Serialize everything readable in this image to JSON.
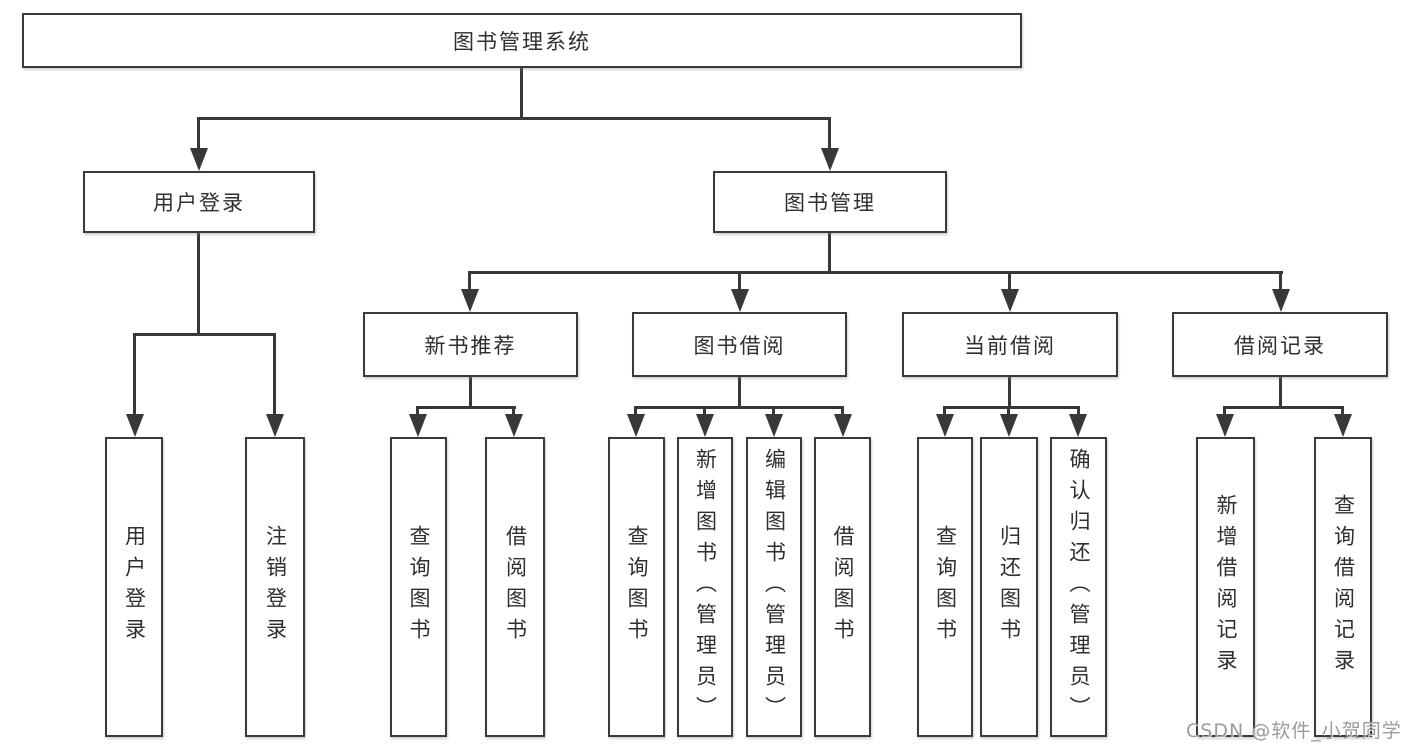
{
  "nodes": {
    "root": "图书管理系统",
    "user_login": "用户登录",
    "book_mgmt": "图书管理",
    "new_book_rec": "新书推荐",
    "book_borrow": "图书借阅",
    "current_borrow": "当前借阅",
    "borrow_records": "借阅记录",
    "leaf_user_login": "用户登录",
    "leaf_logout": "注销登录",
    "leaf_nb_query": "查询图书",
    "leaf_nb_borrow": "借阅图书",
    "leaf_bb_query": "查询图书",
    "leaf_bb_add": "新增图书（管理员）",
    "leaf_bb_edit": "编辑图书（管理员）",
    "leaf_bb_borrow": "借阅图书",
    "leaf_cb_query": "查询图书",
    "leaf_cb_return": "归还图书",
    "leaf_cb_confirm": "确认归还（管理员）",
    "leaf_br_add": "新增借阅记录",
    "leaf_br_query": "查询借阅记录"
  },
  "watermark": "CSDN @软件_小贺同学",
  "colors": {
    "line": "#383838",
    "box_border": "#3a3a3a",
    "text": "#2f2f2f",
    "watermark": "#9b9b9b",
    "background": "#ffffff"
  }
}
